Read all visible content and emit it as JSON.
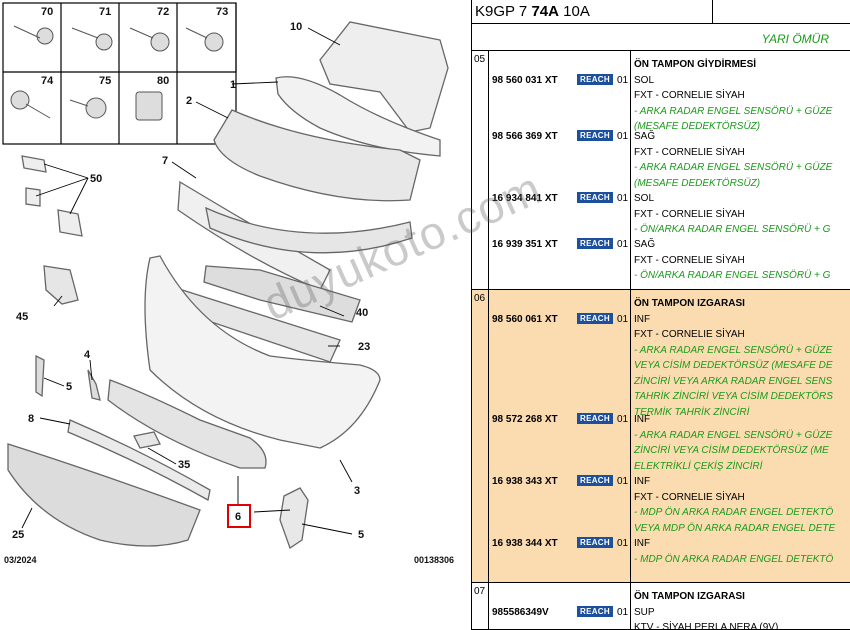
{
  "header": {
    "code_prefix": "K9GP 7",
    "code_bold": "74A",
    "code_suffix": "10A"
  },
  "life_label": "YARI ÖMÜR",
  "diagram": {
    "fasteners": [
      "70",
      "71",
      "72",
      "73",
      "74",
      "75",
      "80"
    ],
    "callouts": [
      "10",
      "1",
      "2",
      "50",
      "7",
      "45",
      "40",
      "23",
      "4",
      "5",
      "8",
      "35",
      "3",
      "25",
      "6",
      "5"
    ],
    "date": "03/2024",
    "drawing_no": "00138306"
  },
  "groups": [
    {
      "num": "05",
      "rows": [
        {
          "ref": "98 560 031 XT",
          "badge": "REACH",
          "qty": "01",
          "lines": [
            {
              "text": "ÖN TAMPON GİYDİRMESİ",
              "style": "t"
            },
            {
              "text": "SOL",
              "style": ""
            },
            {
              "text": "FXT - CORNELIE SİYAH",
              "style": ""
            },
            {
              "text": "- ARKA RADAR ENGEL SENSÖRÜ + GÜZE",
              "style": "g"
            },
            {
              "text": "(MESAFE DEDEKTÖRSÜZ)",
              "style": "g"
            }
          ]
        },
        {
          "ref": "98 566 369 XT",
          "badge": "REACH",
          "qty": "01",
          "lines": [
            {
              "text": "SAĞ",
              "style": ""
            },
            {
              "text": "FXT - CORNELIE SİYAH",
              "style": ""
            },
            {
              "text": "- ARKA RADAR ENGEL SENSÖRÜ + GÜZE",
              "style": "g"
            },
            {
              "text": "(MESAFE DEDEKTÖRSÜZ)",
              "style": "g"
            }
          ]
        },
        {
          "ref": "16 934 841 XT",
          "badge": "REACH",
          "qty": "01",
          "lines": [
            {
              "text": "SOL",
              "style": ""
            },
            {
              "text": "FXT - CORNELIE SİYAH",
              "style": ""
            },
            {
              "text": "- ÖN/ARKA RADAR ENGEL SENSÖRÜ + G",
              "style": "g"
            }
          ]
        },
        {
          "ref": "16 939 351 XT",
          "badge": "REACH",
          "qty": "01",
          "lines": [
            {
              "text": "SAĞ",
              "style": ""
            },
            {
              "text": "FXT - CORNELIE SİYAH",
              "style": ""
            },
            {
              "text": "- ÖN/ARKA RADAR ENGEL SENSÖRÜ + G",
              "style": "g"
            }
          ]
        }
      ]
    },
    {
      "num": "06",
      "rows": [
        {
          "ref": "98 560 061 XT",
          "badge": "REACH",
          "qty": "01",
          "lines": [
            {
              "text": "ÖN TAMPON IZGARASI",
              "style": "t"
            },
            {
              "text": "INF",
              "style": ""
            },
            {
              "text": "FXT - CORNELIE SİYAH",
              "style": ""
            },
            {
              "text": "- ARKA RADAR ENGEL SENSÖRÜ + GÜZE",
              "style": "g"
            },
            {
              "text": "VEYA CİSİM DEDEKTÖRSÜZ (MESAFE DE",
              "style": "g"
            },
            {
              "text": "ZİNCİRİ VEYA ARKA RADAR ENGEL SENS",
              "style": "g"
            },
            {
              "text": "TAHRİK ZİNCİRİ VEYA CİSİM DEDEKTÖRS",
              "style": "g"
            },
            {
              "text": "TERMİK TAHRİK ZİNCİRİ",
              "style": "g"
            }
          ]
        },
        {
          "ref": "98 572 268 XT",
          "badge": "REACH",
          "qty": "01",
          "lines": [
            {
              "text": "INF",
              "style": ""
            },
            {
              "text": "- ARKA RADAR ENGEL SENSÖRÜ + GÜZE",
              "style": "g"
            },
            {
              "text": "ZİNCİRİ VEYA CİSİM DEDEKTÖRSÜZ (ME",
              "style": "g"
            },
            {
              "text": "ELEKTRİKLİ ÇEKİŞ ZİNCİRİ",
              "style": "g"
            }
          ]
        },
        {
          "ref": "16 938 343 XT",
          "badge": "REACH",
          "qty": "01",
          "lines": [
            {
              "text": "INF",
              "style": ""
            },
            {
              "text": "FXT - CORNELIE SİYAH",
              "style": ""
            },
            {
              "text": "- MDP ÖN ARKA RADAR ENGEL DETEKTÖ",
              "style": "g"
            },
            {
              "text": "VEYA MDP ÖN ARKA RADAR ENGEL DETE",
              "style": "g"
            }
          ]
        },
        {
          "ref": "16 938 344 XT",
          "badge": "REACH",
          "qty": "01",
          "lines": [
            {
              "text": "INF",
              "style": ""
            },
            {
              "text": "- MDP ÖN ARKA RADAR ENGEL DETEKTÖ",
              "style": "g"
            }
          ]
        }
      ]
    },
    {
      "num": "07",
      "rows": [
        {
          "ref": "985586349V",
          "badge": "REACH",
          "qty": "01",
          "lines": [
            {
              "text": "ÖN TAMPON IZGARASI",
              "style": "t"
            },
            {
              "text": "SUP",
              "style": ""
            },
            {
              "text": "KTV - SİYAH PERLA NERA (9V)",
              "style": ""
            }
          ]
        }
      ]
    }
  ],
  "watermark": "duyukoto.com"
}
